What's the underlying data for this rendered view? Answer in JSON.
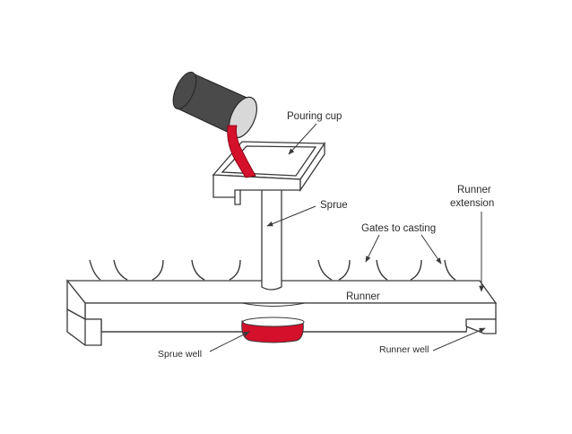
{
  "diagram": {
    "labels": {
      "pouring_cup": "Pouring cup",
      "sprue": "Sprue",
      "gates_to_casting": "Gates to casting",
      "runner_extension_line1": "Runner",
      "runner_extension_line2": "extension",
      "runner": "Runner",
      "sprue_well": "Sprue well",
      "runner_well": "Runner well"
    },
    "colors": {
      "molten_metal": "#d4102a",
      "ladle": "#4a4a4a",
      "line": "#3a3a3a",
      "background": "#ffffff"
    }
  }
}
